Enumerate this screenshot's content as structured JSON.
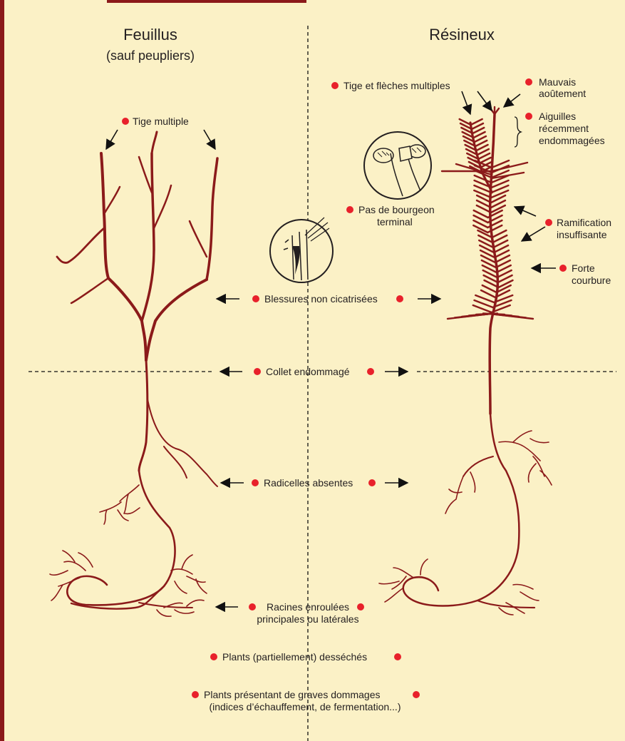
{
  "headers": {
    "left_title": "Feuillus",
    "left_subtitle": "(sauf peupliers)",
    "right_title": "Résineux"
  },
  "labels": {
    "tige_multiple": "Tige multiple",
    "tige_fleches": "Tige et flèches multiples",
    "mauvais_1": "Mauvais",
    "mauvais_2": "aoûtement",
    "aiguilles_1": "Aiguilles",
    "aiguilles_2": "récemment",
    "aiguilles_3": "endommagées",
    "pas_bourgeon_1": "Pas de bourgeon",
    "pas_bourgeon_2": "terminal",
    "ramification_1": "Ramification",
    "ramification_2": "insuffisante",
    "forte_1": "Forte",
    "forte_2": "courbure",
    "blessures": "Blessures non cicatrisées",
    "collet": "Collet endommagé",
    "radicelles": "Radicelles absentes",
    "racines_1": "Racines enroulées",
    "racines_2": "principales ou latérales",
    "plants_desseches": "Plants (partiellement) desséchés",
    "graves_1": "Plants présentant de graves dommages",
    "graves_2": "(indices d’échauffement, de fermentation...)"
  },
  "colors": {
    "background": "#fbf1c6",
    "plant": "#8b1a1a",
    "marker": "#e8212b",
    "border": "#8b1a1a"
  }
}
